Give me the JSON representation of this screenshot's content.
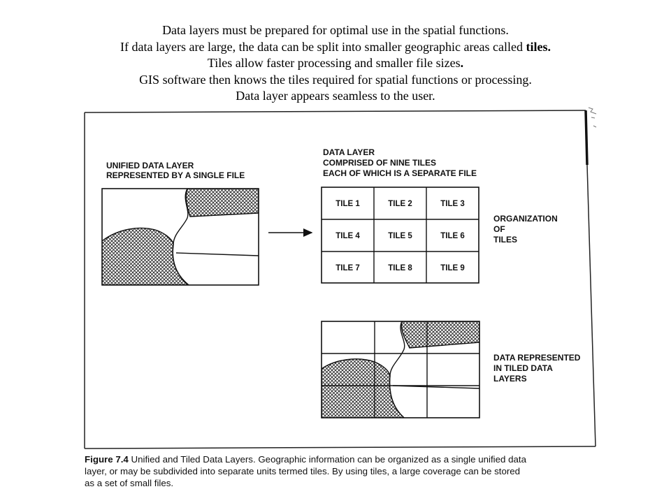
{
  "intro": {
    "line1": "Data layers must be prepared for optimal use in the spatial functions.",
    "line2_pre": "If data layers are large, the data can be split into smaller geographic  areas called ",
    "line2_bold": "tiles.",
    "line3_pre": "Tiles allow faster processing and smaller file sizes",
    "line3_bold": ".",
    "line4": "GIS software then knows the tiles required for spatial functions or  processing.",
    "line5": "Data layer appears seamless to the user."
  },
  "figure": {
    "unified_label": [
      "UNIFIED DATA LAYER",
      "REPRESENTED BY A SINGLE FILE"
    ],
    "tiled_label": [
      "DATA LAYER",
      "COMPRISED OF NINE TILES",
      "EACH OF WHICH IS A SEPARATE FILE"
    ],
    "tiles": [
      "TILE 1",
      "TILE 2",
      "TILE 3",
      "TILE 4",
      "TILE 5",
      "TILE 6",
      "TILE 7",
      "TILE 8",
      "TILE 9"
    ],
    "organization_label": [
      "ORGANIZATION",
      "OF",
      "TILES"
    ],
    "represented_label": [
      "DATA REPRESENTED",
      "IN TILED DATA",
      "LAYERS"
    ],
    "caption": {
      "figure_number": "Figure 7.4",
      "line1_rest": "  Unified and Tiled Data Layers. Geographic information can be organized as a single unified data",
      "line2": "layer, or may be subdivided into separate units termed tiles. By using tiles, a large coverage can be stored",
      "line3": "as a set of small files."
    }
  }
}
